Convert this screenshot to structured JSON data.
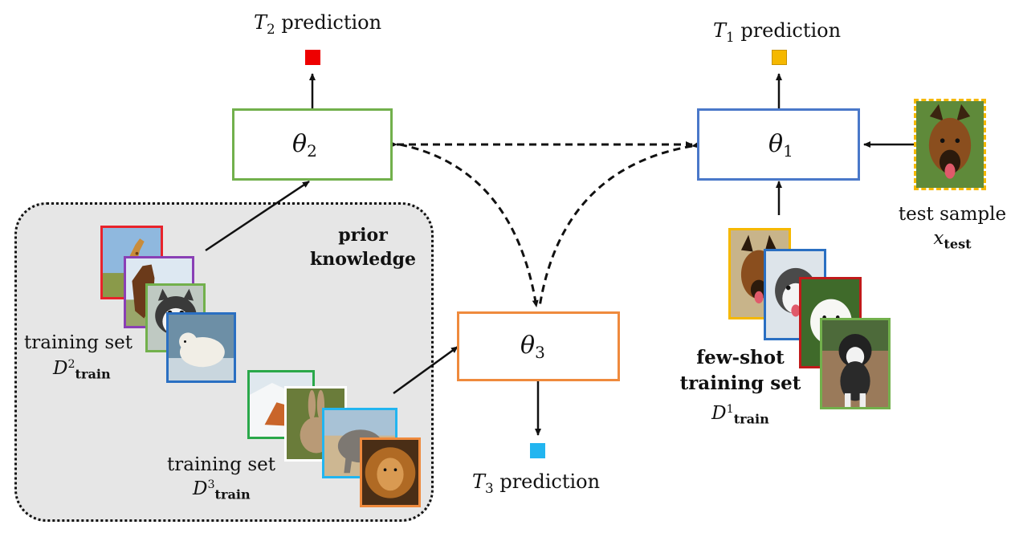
{
  "colors": {
    "theta1": "#4a78c9",
    "theta2": "#72b04c",
    "theta3": "#ef8a3d",
    "t1_square": "#f5b800",
    "t2_square": "#ee0000",
    "t3_square": "#22b5f0",
    "prior_bg": "#e6e6e6"
  },
  "predictions": {
    "t1": {
      "var": "T",
      "sub": "1",
      "text": "prediction"
    },
    "t2": {
      "var": "T",
      "sub": "2",
      "text": "prediction"
    },
    "t3": {
      "var": "T",
      "sub": "3",
      "text": "prediction"
    }
  },
  "models": {
    "theta1": {
      "symbol": "θ",
      "sub": "1"
    },
    "theta2": {
      "symbol": "θ",
      "sub": "2"
    },
    "theta3": {
      "symbol": "θ",
      "sub": "3"
    }
  },
  "prior": {
    "line1": "prior",
    "line2": "knowledge"
  },
  "test": {
    "line1": "test sample",
    "var": "x",
    "sub": "test"
  },
  "train2": {
    "line1": "training set",
    "var": "D",
    "sup": "2",
    "sub": "train"
  },
  "train3": {
    "line1": "training set",
    "var": "D",
    "sup": "3",
    "sub": "train"
  },
  "fewshot": {
    "line1": "few-shot",
    "line2": "training set",
    "var": "D",
    "sup": "1",
    "sub": "train"
  },
  "images": {
    "set2": [
      "giraffe",
      "horse",
      "husky",
      "polar-bear"
    ],
    "set3": [
      "fox",
      "rabbit",
      "elephant",
      "lion"
    ],
    "set1": [
      "german-shepherd",
      "husky-puppy",
      "samoyed-puppy",
      "malamute"
    ],
    "test": "german-shepherd"
  }
}
